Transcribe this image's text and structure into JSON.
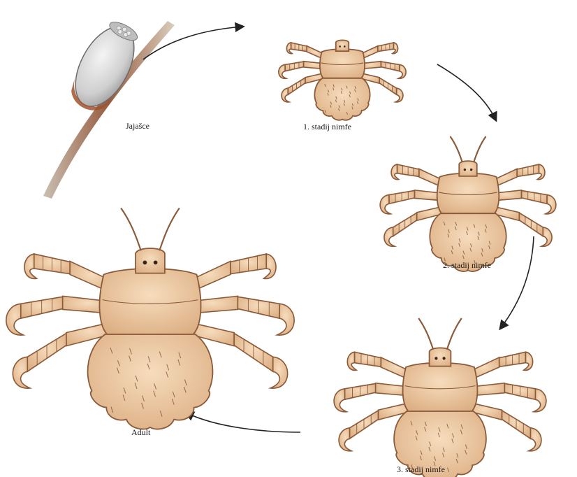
{
  "labels": {
    "egg": "Jajašce",
    "nymph1": "1. stadij nimfe",
    "nymph2": "2. stadij nimfe",
    "nymph3": "3. stadij nimfe",
    "adult": "Adult"
  },
  "colors": {
    "body_fill": "#ecc9a4",
    "body_stroke": "#8a5a3a",
    "hair_stroke": "#7a4a2a",
    "egg_fill": "#d6d6d6",
    "egg_cap": "#bdbdbd",
    "strand_fill": "#8b4a2a",
    "arrow": "#222222"
  }
}
